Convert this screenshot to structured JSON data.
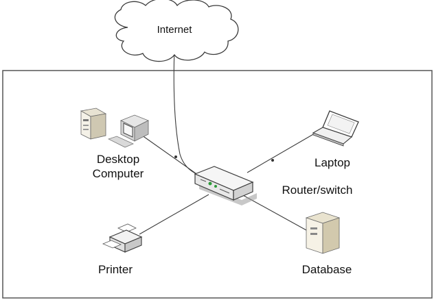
{
  "nodes": {
    "internet": {
      "label": "Internet"
    },
    "desktop": {
      "label_line1": "Desktop",
      "label_line2": "Computer"
    },
    "laptop": {
      "label": "Laptop"
    },
    "router": {
      "label": "Router/switch"
    },
    "printer": {
      "label": "Printer"
    },
    "database": {
      "label": "Database"
    }
  },
  "colors": {
    "outline": "#3a3a3a",
    "box_border": "#555555",
    "device_fill": "#f2efe6",
    "device_shadow": "#9a9a9a",
    "router_led": "#2e9a3a"
  }
}
